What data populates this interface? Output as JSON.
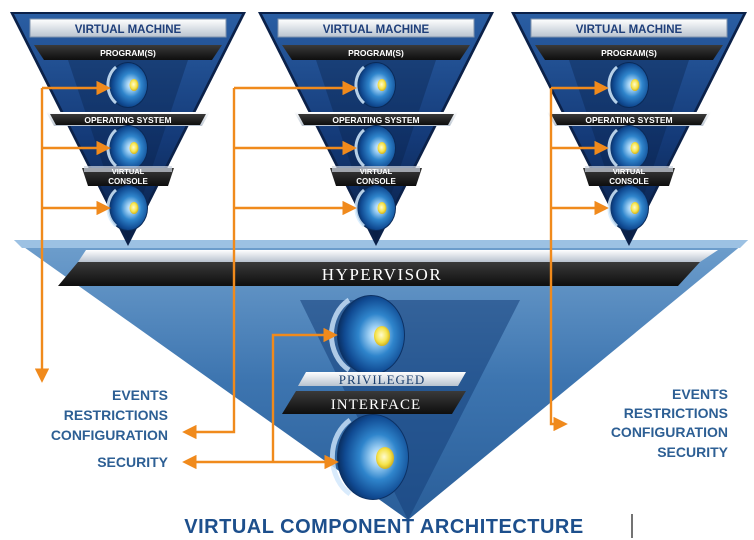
{
  "virtual_machines": [
    {
      "title": "VIRTUAL MACHINE",
      "program_label": "PROGRAM(S)",
      "os_label": "OPERATING SYSTEM",
      "console_label_line1": "VIRTUAL",
      "console_label_line2": "CONSOLE"
    },
    {
      "title": "VIRTUAL MACHINE",
      "program_label": "PROGRAM(S)",
      "os_label": "OPERATING SYSTEM",
      "console_label_line1": "VIRTUAL",
      "console_label_line2": "CONSOLE"
    },
    {
      "title": "VIRTUAL MACHINE",
      "program_label": "PROGRAM(S)",
      "os_label": "OPERATING SYSTEM",
      "console_label_line1": "VIRTUAL",
      "console_label_line2": "CONSOLE"
    }
  ],
  "hypervisor": {
    "label": "HYPERVISOR",
    "interface_line1": "PRIVILEGED",
    "interface_line2": "INTERFACE"
  },
  "left_list": [
    "EVENTS",
    "RESTRICTIONS",
    "CONFIGURATION",
    "SECURITY"
  ],
  "right_list": [
    "EVENTS",
    "RESTRICTIONS",
    "CONFIGURATION",
    "SECURITY"
  ],
  "caption": "VIRTUAL COMPONENT ARCHITECTURE",
  "colors": {
    "navy": "#0f2a5c",
    "blue": "#1c5a99",
    "light_blue": "#5fa3d8",
    "orange": "#f08a1c",
    "text_blue": "#2d5f94",
    "band": "#1b1b1b"
  }
}
